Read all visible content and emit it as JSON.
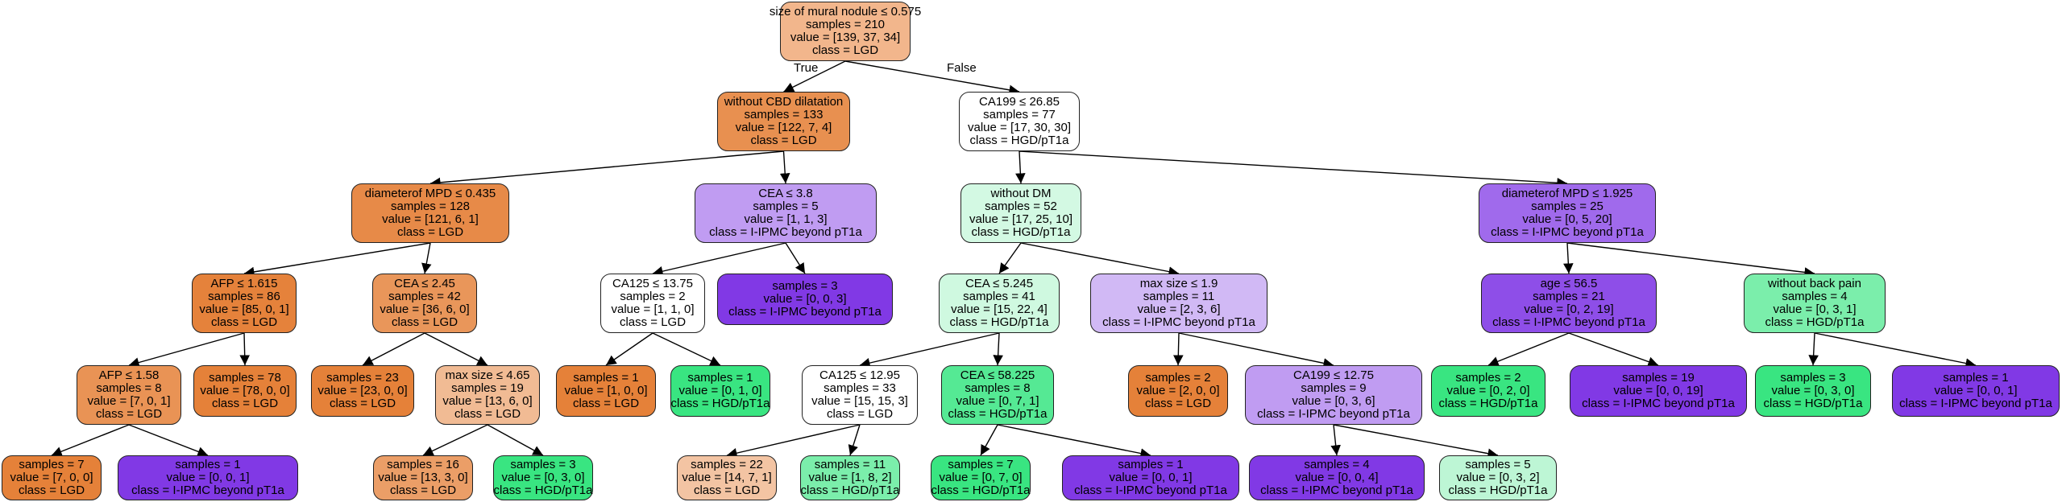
{
  "edge_labels": {
    "true_label": "True",
    "false_label": "False"
  },
  "nodes": {
    "n0": {
      "lines": [
        "size of mural nodule ≤ 0.575",
        "samples = 210",
        "value = [139, 37, 34]",
        "class = LGD"
      ],
      "color": "#f2b68c"
    },
    "n1": {
      "lines": [
        "without CBD dilatation",
        "samples = 133",
        "value = [122, 7, 4]",
        "class = LGD"
      ],
      "color": "#e89050"
    },
    "n2": {
      "lines": [
        "diameterof MPD ≤ 0.435",
        "samples = 128",
        "value = [121, 6, 1]",
        "class = LGD"
      ],
      "color": "#e78a48"
    },
    "n3": {
      "lines": [
        "AFP ≤ 1.615",
        "samples = 86",
        "value = [85, 0, 1]",
        "class = LGD"
      ],
      "color": "#e5823b"
    },
    "n4": {
      "lines": [
        "AFP ≤ 1.58",
        "samples = 8",
        "value = [7, 0, 1]",
        "class = LGD"
      ],
      "color": "#e99355"
    },
    "n5": {
      "lines": [
        "samples = 7",
        "value = [7, 0, 0]",
        "class = LGD"
      ],
      "color": "#e58139"
    },
    "n6": {
      "lines": [
        "samples = 1",
        "value = [0, 0, 1]",
        "class = I-IPMC beyond pT1a"
      ],
      "color": "#8139e5"
    },
    "n7": {
      "lines": [
        "samples = 78",
        "value = [78, 0, 0]",
        "class = LGD"
      ],
      "color": "#e58139"
    },
    "n8": {
      "lines": [
        "CEA ≤ 2.45",
        "samples = 42",
        "value = [36, 6, 0]",
        "class = LGD"
      ],
      "color": "#e9965a"
    },
    "n9": {
      "lines": [
        "samples = 23",
        "value = [23, 0, 0]",
        "class = LGD"
      ],
      "color": "#e58139"
    },
    "n10": {
      "lines": [
        "max size ≤ 4.65",
        "samples = 19",
        "value = [13, 6, 0]",
        "class = LGD"
      ],
      "color": "#f1bb94"
    },
    "n11": {
      "lines": [
        "samples = 16",
        "value = [13, 3, 0]",
        "class = LGD"
      ],
      "color": "#eb9e67"
    },
    "n12": {
      "lines": [
        "samples = 3",
        "value = [0, 3, 0]",
        "class = HGD/pT1a"
      ],
      "color": "#39e581"
    },
    "n13": {
      "lines": [
        "CEA ≤ 3.8",
        "samples = 5",
        "value = [1, 1, 3]",
        "class = I-IPMC beyond pT1a"
      ],
      "color": "#c09cf2"
    },
    "n14": {
      "lines": [
        "CA125 ≤ 13.75",
        "samples = 2",
        "value = [1, 1, 0]",
        "class = LGD"
      ],
      "color": "#ffffff"
    },
    "n15": {
      "lines": [
        "samples = 1",
        "value = [1, 0, 0]",
        "class = LGD"
      ],
      "color": "#e58139"
    },
    "n16": {
      "lines": [
        "samples = 1",
        "value = [0, 1, 0]",
        "class = HGD/pT1a"
      ],
      "color": "#39e581"
    },
    "n17": {
      "lines": [
        "samples = 3",
        "value = [0, 0, 3]",
        "class = I-IPMC beyond pT1a"
      ],
      "color": "#8139e5"
    },
    "n18": {
      "lines": [
        "CA199 ≤ 26.85",
        "samples = 77",
        "value = [17, 30, 30]",
        "class = HGD/pT1a"
      ],
      "color": "#ffffff"
    },
    "n19": {
      "lines": [
        "without DM",
        "samples = 52",
        "value = [17, 25, 10]",
        "class = HGD/pT1a"
      ],
      "color": "#d3f9e3"
    },
    "n20": {
      "lines": [
        "CEA ≤ 5.245",
        "samples = 41",
        "value = [15, 22, 4]",
        "class = HGD/pT1a"
      ],
      "color": "#cff9e0"
    },
    "n21": {
      "lines": [
        "CA125 ≤ 12.95",
        "samples = 33",
        "value = [15, 15, 3]",
        "class = LGD"
      ],
      "color": "#ffffff"
    },
    "n22": {
      "lines": [
        "samples = 22",
        "value = [14, 7, 1]",
        "class = LGD"
      ],
      "color": "#f3c4a3"
    },
    "n23": {
      "lines": [
        "samples = 11",
        "value = [1, 8, 2]",
        "class = HGD/pT1a"
      ],
      "color": "#7beeab"
    },
    "n24": {
      "lines": [
        "CEA ≤ 58.225",
        "samples = 8",
        "value = [0, 7, 1]",
        "class = HGD/pT1a"
      ],
      "color": "#55e994"
    },
    "n25": {
      "lines": [
        "samples = 7",
        "value = [0, 7, 0]",
        "class = HGD/pT1a"
      ],
      "color": "#39e581"
    },
    "n26": {
      "lines": [
        "samples = 1",
        "value = [0, 0, 1]",
        "class = I-IPMC beyond pT1a"
      ],
      "color": "#8139e5"
    },
    "n27": {
      "lines": [
        "max size ≤ 1.9",
        "samples = 11",
        "value = [2, 3, 6]",
        "class = I-IPMC beyond pT1a"
      ],
      "color": "#d1b9f5"
    },
    "n28": {
      "lines": [
        "samples = 2",
        "value = [2, 0, 0]",
        "class = LGD"
      ],
      "color": "#e58139"
    },
    "n29": {
      "lines": [
        "CA199 ≤ 12.75",
        "samples = 9",
        "value = [0, 3, 6]",
        "class = I-IPMC beyond pT1a"
      ],
      "color": "#c09cf2"
    },
    "n30": {
      "lines": [
        "samples = 4",
        "value = [0, 0, 4]",
        "class = I-IPMC beyond pT1a"
      ],
      "color": "#8139e5"
    },
    "n31": {
      "lines": [
        "samples = 5",
        "value = [0, 3, 2]",
        "class = HGD/pT1a"
      ],
      "color": "#bdf6d5"
    },
    "n32": {
      "lines": [
        "diameterof MPD ≤ 1.925",
        "samples = 25",
        "value = [0, 5, 20]",
        "class = I-IPMC beyond pT1a"
      ],
      "color": "#a06aec"
    },
    "n33": {
      "lines": [
        "age ≤ 56.5",
        "samples = 21",
        "value = [0, 2, 19]",
        "class = I-IPMC beyond pT1a"
      ],
      "color": "#8e4ee8"
    },
    "n34": {
      "lines": [
        "samples = 2",
        "value = [0, 2, 0]",
        "class = HGD/pT1a"
      ],
      "color": "#39e581"
    },
    "n35": {
      "lines": [
        "samples = 19",
        "value = [0, 0, 19]",
        "class = I-IPMC beyond pT1a"
      ],
      "color": "#8139e5"
    },
    "n36": {
      "lines": [
        "without back pain",
        "samples = 4",
        "value = [0, 3, 1]",
        "class = HGD/pT1a"
      ],
      "color": "#7beeab"
    },
    "n37": {
      "lines": [
        "samples = 3",
        "value = [0, 3, 0]",
        "class = HGD/pT1a"
      ],
      "color": "#39e581"
    },
    "n38": {
      "lines": [
        "samples = 1",
        "value = [0, 0, 1]",
        "class = I-IPMC beyond pT1a"
      ],
      "color": "#8139e5"
    }
  }
}
